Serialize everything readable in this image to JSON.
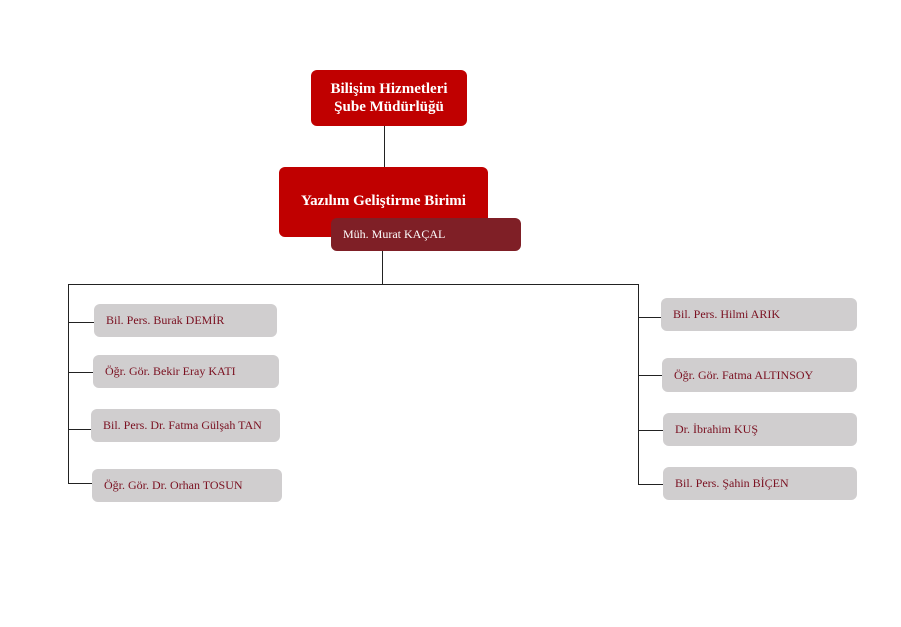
{
  "head": {
    "line1": "Bilişim Hizmetleri",
    "line2": "Şube Müdürlüğü"
  },
  "unit": {
    "title": "Yazılım Geliştirme Birimi",
    "manager": "Müh. Murat KAÇAL"
  },
  "left_staff": [
    "Bil. Pers. Burak DEMİR",
    "Öğr. Gör. Bekir Eray KATI",
    "Bil. Pers. Dr. Fatma Gülşah TAN",
    "Öğr. Gör. Dr. Orhan TOSUN"
  ],
  "right_staff": [
    "Bil. Pers. Hilmi ARIK",
    "Öğr. Gör. Fatma ALTINSOY",
    "Dr. İbrahim KUŞ",
    "Bil. Pers. Şahin BİÇEN"
  ],
  "colors": {
    "primary": "#c00000",
    "manager": "#7f1f26",
    "staff_bg": "#d0cecf",
    "staff_text": "#7a1020"
  }
}
